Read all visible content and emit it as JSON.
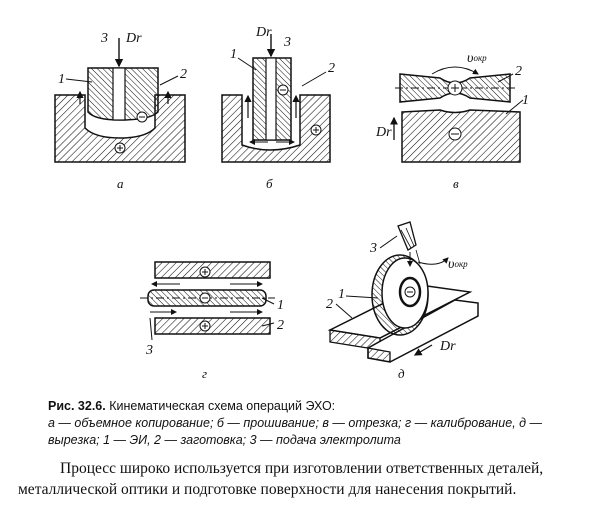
{
  "figure": {
    "panels": {
      "a": {
        "label": "а",
        "tool_label": "Dr",
        "num1": "1",
        "num2": "2",
        "num3": "3",
        "minus": "⊖",
        "plus": "⊕"
      },
      "b": {
        "label": "б",
        "tool_label": "Dr",
        "num1": "1",
        "num2": "2",
        "num3": "3",
        "minus": "⊖",
        "plus": "⊕"
      },
      "v": {
        "label": "в",
        "tool_label": "Dr",
        "speed_label": "υ",
        "speed_sub": "окр",
        "num1": "1",
        "num2": "2",
        "minus": "⊖",
        "plus": "⊕"
      },
      "g": {
        "label": "г",
        "num1": "1",
        "num2": "2",
        "num3": "3",
        "minus": "⊖",
        "plus": "⊕"
      },
      "d": {
        "label": "д",
        "tool_label": "Dr",
        "speed_label": "υ",
        "speed_sub": "окр",
        "num1": "1",
        "num2": "2",
        "num3": "3",
        "minus": "⊖"
      }
    }
  },
  "caption": {
    "title": "Рис. 32.6.",
    "heading": "Кинематическая схема операций ЭХО:",
    "legend": "а — объемное копирование; б — прошивание; в — отрезка; г — калибрование, д — вырезка; 1 — ЭИ, 2 — заготовка; 3 — подача электролита"
  },
  "paragraph": "Процесс широко используется при изготовлении ответственных деталей, металлической оптики и подготовке поверхности для нанесения покрытий."
}
